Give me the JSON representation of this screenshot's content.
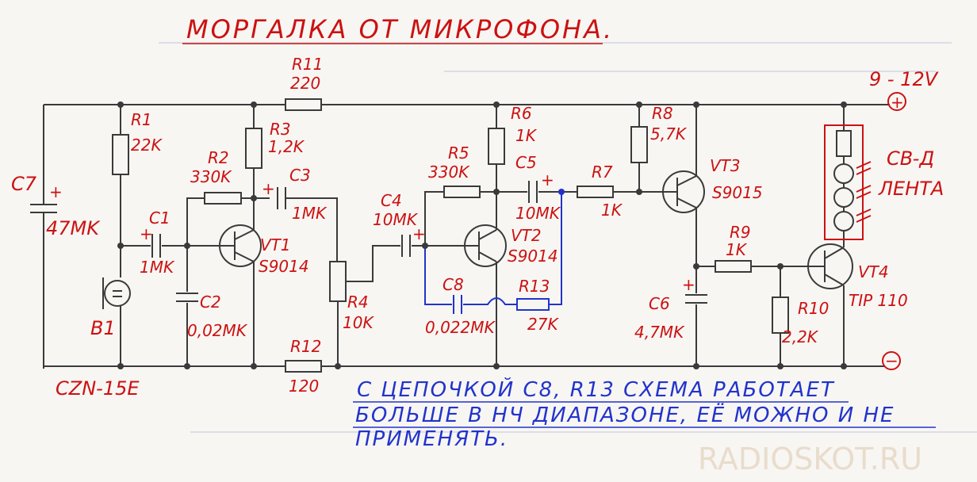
{
  "title": "МОРГАЛКА ОТ МИКРОФОНА.",
  "supply": "9 - 12V",
  "plus_sign": "+",
  "minus_sign": "−",
  "labels": {
    "c7": "C7",
    "c7v": "47MK",
    "r1": "R1",
    "r1v": "22K",
    "c1": "C1",
    "c1v": "1MK",
    "b1": "B1",
    "mic": "CZN-15E",
    "r2": "R2",
    "r2v": "330K",
    "c2": "C2",
    "c2v": "0,02MK",
    "r3": "R3",
    "r3v": "1,2K",
    "c3": "C3",
    "c3v": "1MK",
    "vt1": "VT1",
    "vt1v": "S9014",
    "r11": "R11",
    "r11v": "220",
    "r4": "R4",
    "r4v": "10K",
    "r12": "R12",
    "r12v": "120",
    "c4": "C4",
    "c4v": "10MK",
    "r5": "R5",
    "r5v": "330K",
    "r6": "R6",
    "r6v": "1K",
    "c5": "C5",
    "c5v": "10MK",
    "vt2": "VT2",
    "vt2v": "S9014",
    "c8": "C8",
    "c8v": "0,022MK",
    "r13": "R13",
    "r13v": "27K",
    "r7": "R7",
    "r7v": "1K",
    "r8": "R8",
    "r8v": "5,7K",
    "vt3": "VT3",
    "vt3v": "S9015",
    "r9": "R9",
    "r9v": "1K",
    "c6": "C6",
    "c6v": "4,7MK",
    "r10": "R10",
    "r10v": "2,2K",
    "vt4": "VT4",
    "vt4v": "TIP 110",
    "led1": "CB-Д",
    "led2": "ЛЕНТА"
  },
  "note": {
    "line1": "С ЦЕПОЧКОЙ  C8, R13  СХЕМА  РАБОТАЕТ",
    "line2": "БОЛЬШЕ  В  НЧ  ДИАПАЗОНЕ,  ЕЁ  МОЖНО  И  НЕ",
    "line3": "ПРИМЕНЯТЬ."
  },
  "watermark": "RADIOSKOT.RU",
  "colors": {
    "label": "#cc1111",
    "note": "#2233cc",
    "wire": "#3a3a3a"
  }
}
